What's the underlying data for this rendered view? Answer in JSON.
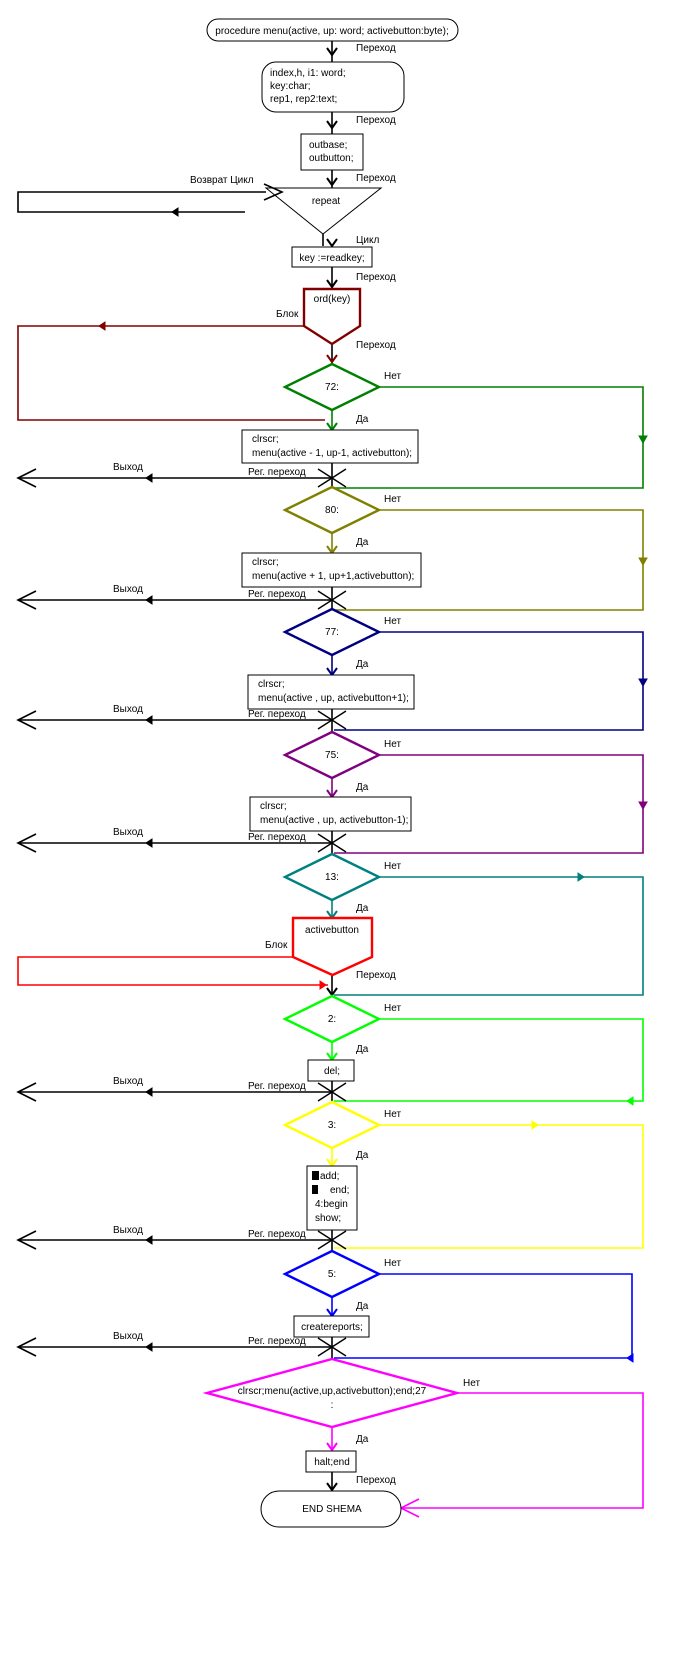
{
  "colors": {
    "black": "#000000",
    "maroon": "#800000",
    "green": "#008000",
    "olive": "#808000",
    "navy": "#000080",
    "purple": "#800080",
    "teal": "#008080",
    "red": "#ff0000",
    "lime": "#00ff00",
    "yellow": "#ffff00",
    "blue": "#0000ff",
    "magenta": "#ff00ff"
  },
  "blocks": {
    "header": "procedure menu(active, up: word; activebutton:byte);",
    "vars": [
      "index,h, i1: word;",
      "key:char;",
      "rep1, rep2:text;"
    ],
    "init": [
      "outbase;",
      "outbutton;"
    ],
    "repeat": "repeat",
    "readkey": "key :=readkey;",
    "ord": "ord(key)",
    "d72": "72:",
    "a72": [
      "clrscr;",
      "menu(active - 1, up-1, activebutton);"
    ],
    "d80": "80:",
    "a80": [
      "clrscr;",
      "menu(active + 1, up+1,activebutton);"
    ],
    "d77": "77:",
    "a77": [
      "clrscr;",
      "menu(active , up, activebutton+1);"
    ],
    "d75": "75:",
    "a75": [
      "clrscr;",
      "menu(active , up, activebutton-1);"
    ],
    "d13": "13:",
    "activebutton": "activebutton",
    "d2": "2:",
    "a2": "del;",
    "d3": "3:",
    "a3": [
      "add;",
      "end;",
      "4:begin",
      "show;"
    ],
    "d5": "5:",
    "a5": "createreports;",
    "dlast": [
      "clrscr;menu(active,up,activebutton);end;27",
      ":"
    ],
    "halt": "halt;end",
    "end": "END SHEMA"
  },
  "labels": {
    "perehod": "Переход",
    "cikl": "Цикл",
    "vozvrat": "Возврат Цикл",
    "blok": "Блок",
    "da": "Да",
    "net": "Нет",
    "vyhod": "Выход",
    "reg": "Рег. переход"
  }
}
